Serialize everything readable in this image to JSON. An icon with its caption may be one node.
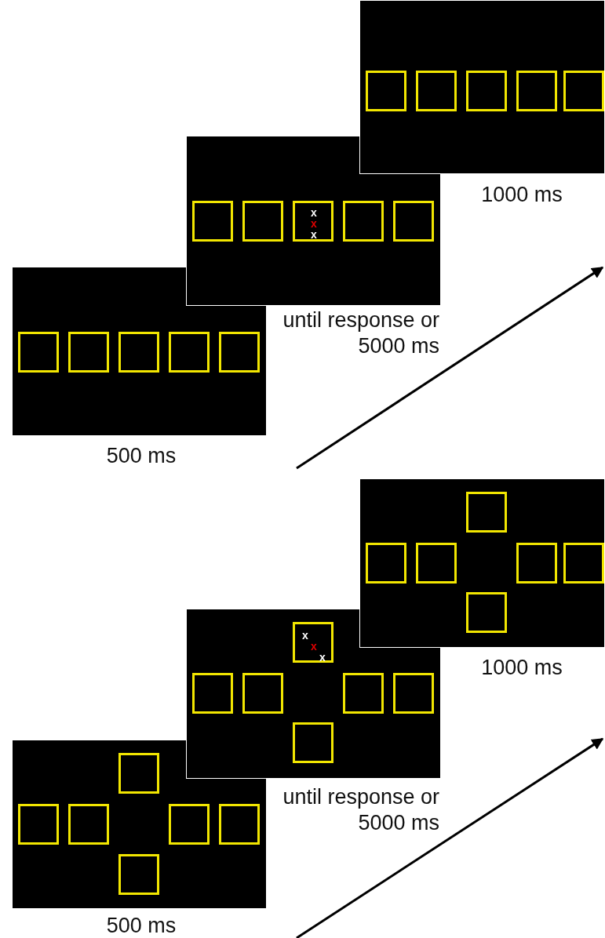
{
  "diagram": {
    "nodes": [
      {
        "text": [],
        "shape": "box",
        "beside": [
          "500 ms"
        ]
      },
      {
        "text": [],
        "shape": "box",
        "in": 0
      },
      {
        "text": [],
        "shape": "box",
        "in": 0
      },
      {
        "text": [],
        "shape": "box",
        "in": 0
      },
      {
        "text": [],
        "shape": "box",
        "in": 0
      },
      {
        "text": [],
        "shape": "box",
        "in": 0
      },
      {
        "text": [],
        "shape": "box",
        "beside": [
          "until response or 5000 ms"
        ]
      },
      {
        "text": [],
        "shape": "box",
        "in": 6
      },
      {
        "text": [],
        "shape": "box",
        "in": 6
      },
      {
        "text": [
          "x",
          "x",
          "x"
        ],
        "in": 6
      },
      {
        "text": [],
        "shape": "box",
        "in": 6
      },
      {
        "text": [],
        "shape": "box",
        "in": 6
      },
      {
        "text": [],
        "shape": "box",
        "beside": [
          "1000 ms"
        ]
      },
      {
        "text": [],
        "shape": "box",
        "in": 12
      },
      {
        "text": [],
        "shape": "box",
        "in": 12
      },
      {
        "text": [],
        "shape": "box",
        "in": 12
      },
      {
        "text": [],
        "shape": "box",
        "in": 12
      },
      {
        "text": [],
        "shape": "box",
        "in": 12
      },
      {
        "text": [],
        "shape": "box",
        "beside": [
          "500 ms"
        ]
      },
      {
        "text": [],
        "shape": "box",
        "in": 18
      },
      {
        "text": [],
        "shape": "box",
        "in": 18
      },
      {
        "text": [],
        "shape": "box",
        "in": 18
      },
      {
        "text": [],
        "shape": "box",
        "in": 18
      },
      {
        "text": [],
        "shape": "box",
        "in": 18
      },
      {
        "text": [],
        "shape": "box",
        "in": 18
      },
      {
        "text": [],
        "shape": "box",
        "beside": [
          "until response or 5000 ms"
        ]
      },
      {
        "text": [
          "x",
          "x",
          "x"
        ],
        "in": 25
      },
      {
        "text": [],
        "shape": "box",
        "in": 25
      },
      {
        "text": [],
        "shape": "box",
        "in": 25
      },
      {
        "text": [],
        "shape": "box",
        "in": 25
      },
      {
        "text": [],
        "shape": "box",
        "in": 25
      },
      {
        "text": [],
        "shape": "box",
        "in": 25
      },
      {
        "text": [],
        "shape": "box",
        "beside": [
          "1000 ms"
        ]
      },
      {
        "text": [],
        "shape": "box",
        "in": 32
      },
      {
        "text": [],
        "shape": "box",
        "in": 32
      },
      {
        "text": [],
        "shape": "box",
        "in": 32
      },
      {
        "text": [],
        "shape": "box",
        "in": 32
      },
      {
        "text": [],
        "shape": "box",
        "in": 32
      },
      {
        "text": [],
        "shape": "box",
        "in": 32
      }
    ],
    "edges": []
  }
}
